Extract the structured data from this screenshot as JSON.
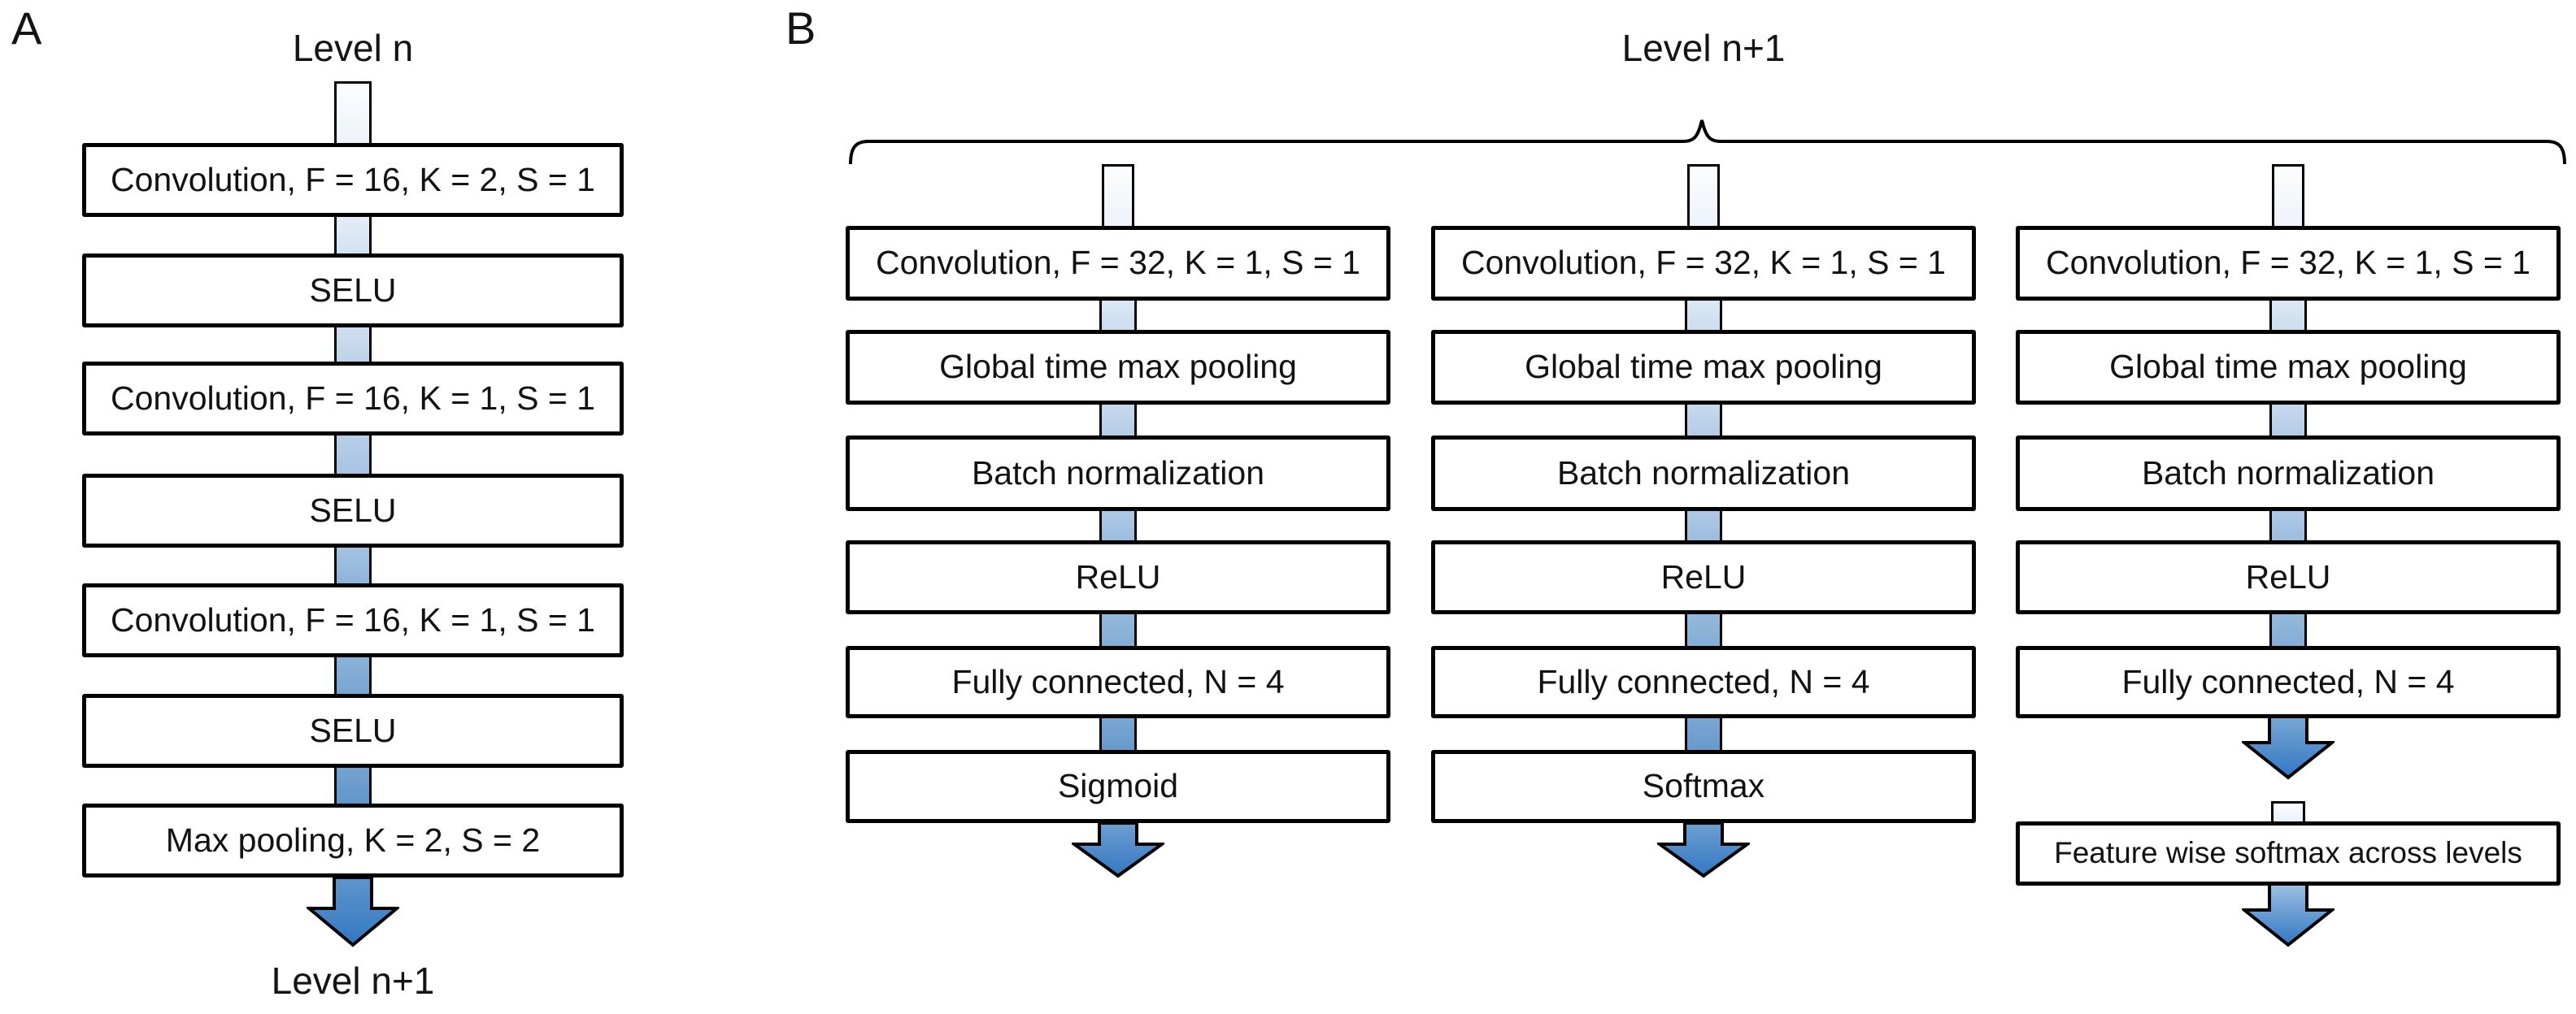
{
  "panelA": {
    "label": "A",
    "top_label": "Level n",
    "bottom_label": "Level n+1",
    "boxes": [
      "Convolution, F = 16, K = 2, S = 1",
      "SELU",
      "Convolution, F = 16, K = 1, S = 1",
      "SELU",
      "Convolution, F = 16, K = 1, S = 1",
      "SELU",
      "Max pooling, K = 2, S = 2"
    ]
  },
  "panelB": {
    "label": "B",
    "top_label": "Level n+1",
    "columns": [
      {
        "boxes": [
          "Convolution, F = 32, K = 1, S = 1",
          "Global time max pooling",
          "Batch normalization",
          "ReLU",
          "Fully connected, N = 4",
          "Sigmoid"
        ]
      },
      {
        "boxes": [
          "Convolution, F = 32, K = 1, S = 1",
          "Global time max pooling",
          "Batch normalization",
          "ReLU",
          "Fully connected, N = 4",
          "Softmax"
        ]
      },
      {
        "boxes": [
          "Convolution, F = 32, K = 1, S = 1",
          "Global time max pooling",
          "Batch normalization",
          "ReLU",
          "Fully connected, N = 4"
        ],
        "extra_box": "Feature wise softmax across levels"
      }
    ]
  },
  "colors": {
    "arrow_blue": "#3377c3",
    "connector_light_blue": "#dce8f4",
    "box_border": "#000000",
    "box_fill": "#ffffff"
  }
}
